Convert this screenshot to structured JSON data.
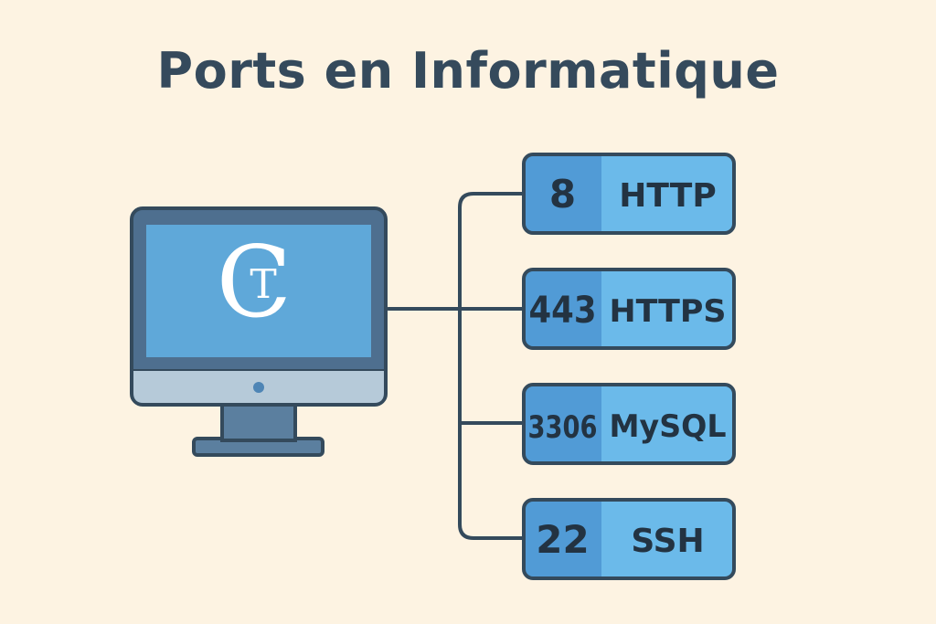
{
  "title": "Ports en Informatique",
  "logo": {
    "letters": [
      "C",
      "T"
    ],
    "icon": "ct-logo"
  },
  "colors": {
    "background": "#fdf3e2",
    "outline": "#344a5c",
    "screen": "#5fa8d9",
    "bezel": "#4e6f8f",
    "chin": "#b6cad9",
    "stand": "#5b7f9f",
    "port_number_bg": "#519bd6",
    "port_service_bg": "#6bbaea"
  },
  "ports": [
    {
      "number": "8",
      "service": "HTTP"
    },
    {
      "number": "443",
      "service": "HTTPS"
    },
    {
      "number": "3306",
      "service": "MySQL"
    },
    {
      "number": "22",
      "service": "SSH"
    }
  ]
}
